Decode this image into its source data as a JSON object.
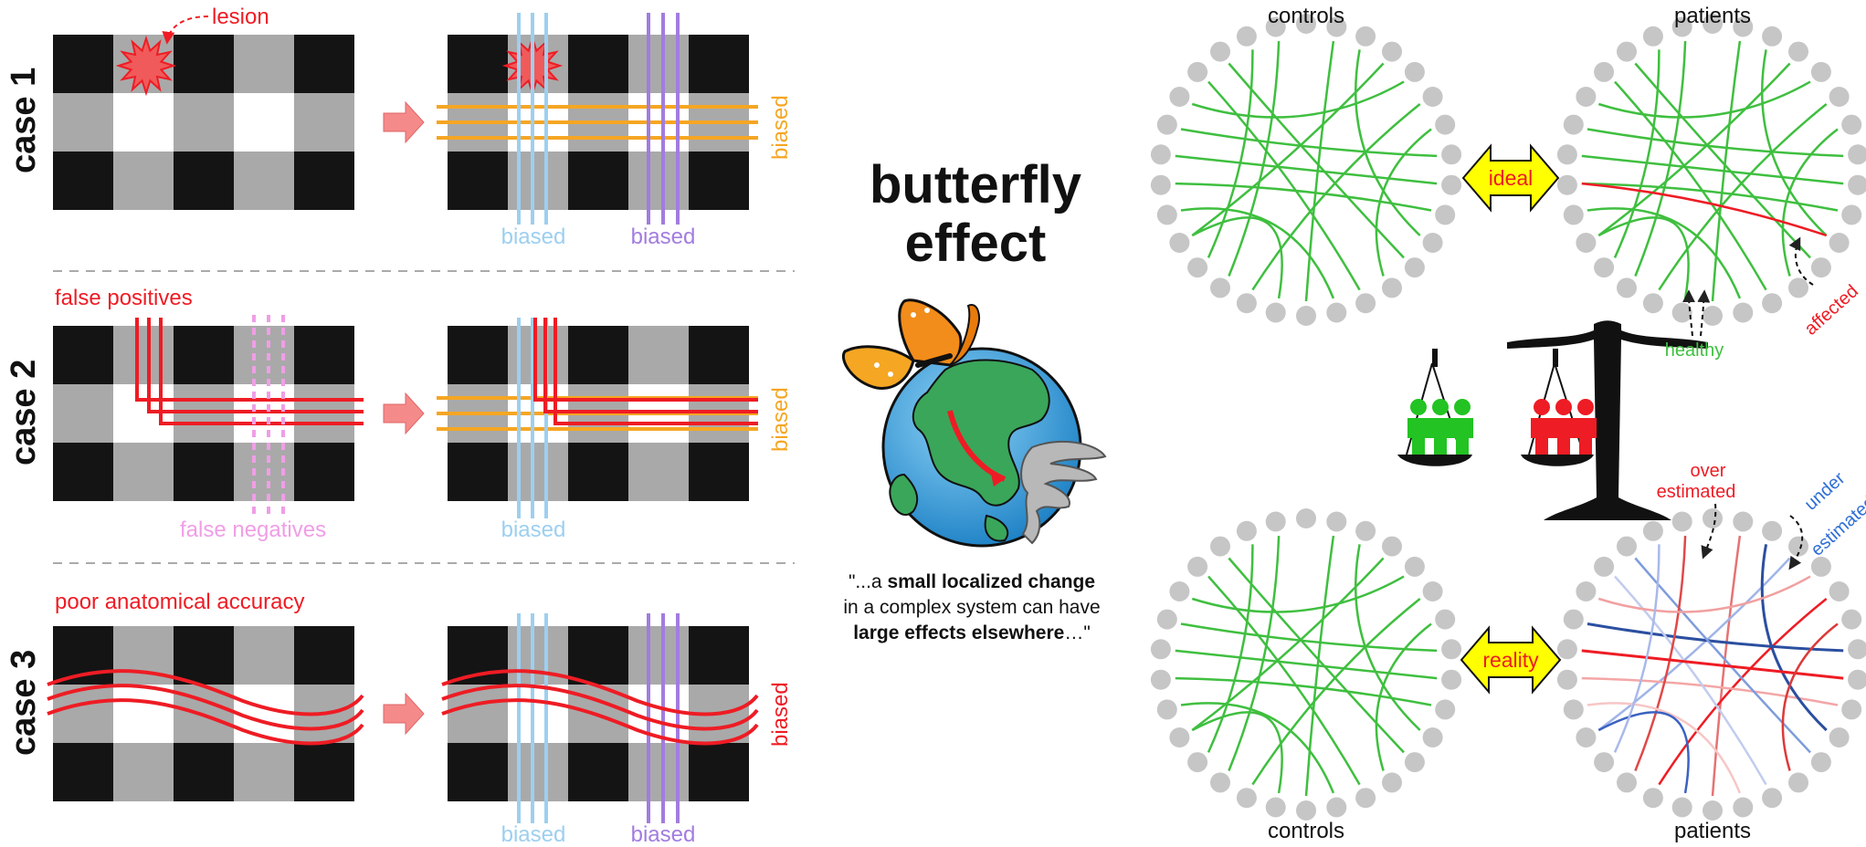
{
  "colors": {
    "red": "#ee1c24",
    "orange": "#f5a623",
    "light_blue": "#9dcff0",
    "purple": "#a27ce0",
    "pink": "#f09ee6",
    "green": "#3fbf3f",
    "blue": "#2f6fd6",
    "dark_cell": "#141414",
    "gray_cell": "#a9a9a9",
    "node_gray": "#c6c6c6",
    "yellow": "#ffff00"
  },
  "cases": {
    "case1": {
      "title": "case 1",
      "lesion_label": "lesion",
      "biased_h": "biased",
      "biased_blue": "biased",
      "biased_purple": "biased"
    },
    "case2": {
      "title": "case 2",
      "false_positives": "false positives",
      "false_negatives": "false negatives",
      "biased_h": "biased",
      "biased_blue": "biased"
    },
    "case3": {
      "title": "case 3",
      "poor_accuracy": "poor anatomical accuracy",
      "biased_wave": "biased",
      "biased_blue": "biased",
      "biased_purple": "biased"
    }
  },
  "middle": {
    "title_line1": "butterfly",
    "title_line2": "effect",
    "quote_open": "\"...a ",
    "quote_bold1": "small localized change",
    "quote_line2": "in a complex system can have",
    "quote_bold2": "large effects elsewhere",
    "quote_close": "…\""
  },
  "networks": {
    "top_left_label": "controls",
    "top_right_label": "patients",
    "bottom_left_label": "controls",
    "bottom_right_label": "patients",
    "ideal": "ideal",
    "reality": "reality",
    "affected": "affected",
    "healthy": "healthy",
    "over_line1": "over",
    "over_line2": "estimated",
    "under_line1": "under",
    "under_line2": "estimated"
  }
}
